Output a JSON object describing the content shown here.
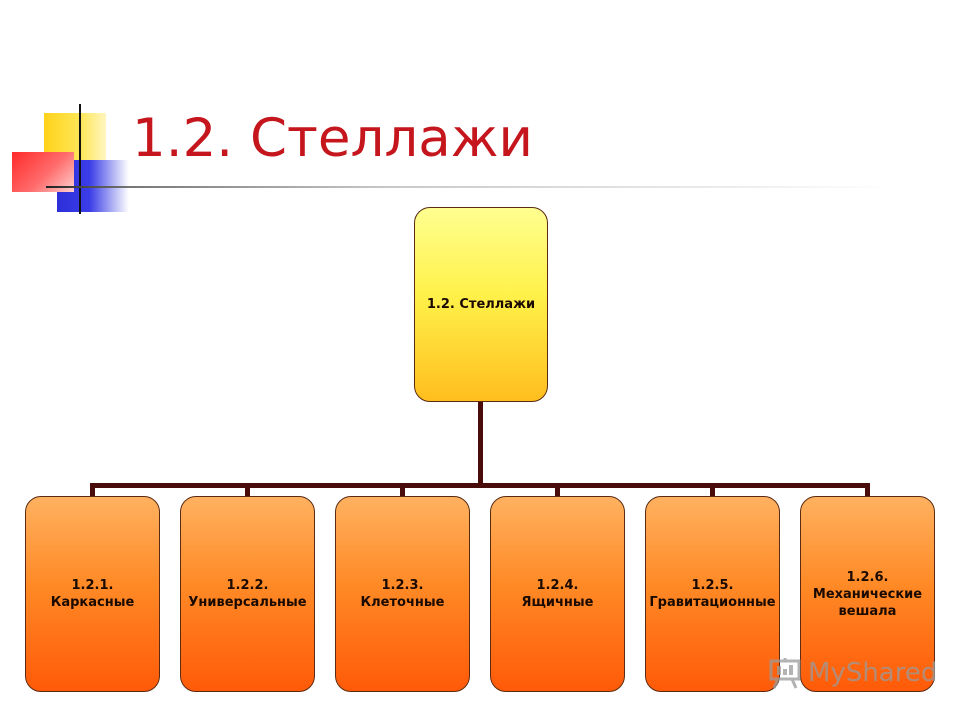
{
  "slide": {
    "title": "1.2. Стеллажи"
  },
  "diagram": {
    "root": {
      "label": "1.2. Стеллажи"
    },
    "children": [
      {
        "number": "1.2.1.",
        "label": "Каркасные"
      },
      {
        "number": "1.2.2.",
        "label": "Универсальные"
      },
      {
        "number": "1.2.3.",
        "label": "Клеточные"
      },
      {
        "number": "1.2.4.",
        "label": "Ящичные"
      },
      {
        "number": "1.2.5.",
        "label": "Гравитационные"
      },
      {
        "number": "1.2.6.",
        "label": "Механические вешала"
      }
    ]
  },
  "watermark": {
    "text": "MyShared",
    "icon": "presentation-board-icon"
  },
  "colors": {
    "title": "#c4161c",
    "connector": "#4a0b0b",
    "root_fill": "#fff14a",
    "child_fill": "#ff8a26"
  }
}
